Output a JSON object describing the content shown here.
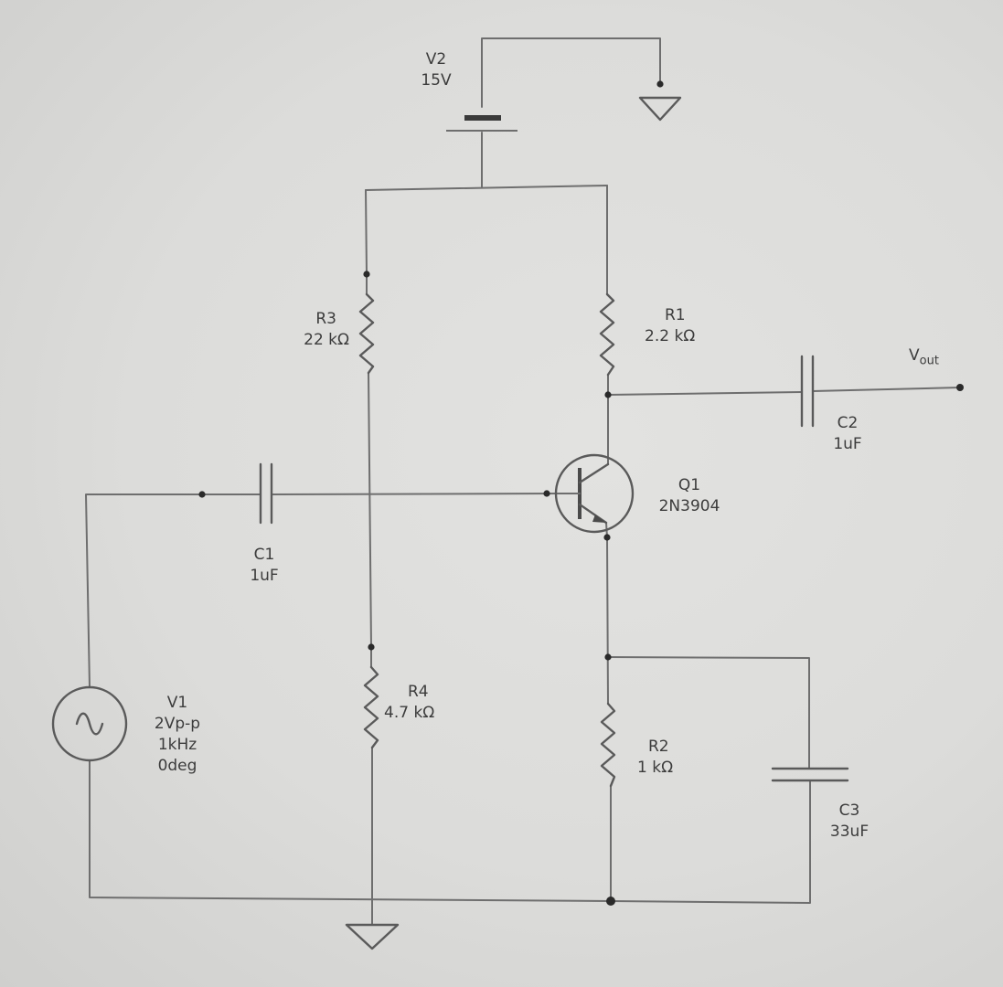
{
  "components": {
    "v2": {
      "ref": "V2",
      "value": "15V"
    },
    "r3": {
      "ref": "R3",
      "value": "22 kΩ"
    },
    "r1": {
      "ref": "R1",
      "value": "2.2 kΩ"
    },
    "c2": {
      "ref": "C2",
      "value": "1uF"
    },
    "q1": {
      "ref": "Q1",
      "value": "2N3904"
    },
    "c1": {
      "ref": "C1",
      "value": "1uF"
    },
    "v1": {
      "ref": "V1",
      "amplitude": "2Vp-p",
      "frequency": "1kHz",
      "phase": "0deg"
    },
    "r4": {
      "ref": "R4",
      "value": "4.7 kΩ"
    },
    "r2": {
      "ref": "R2",
      "value": "1 kΩ"
    },
    "c3": {
      "ref": "C3",
      "value": "33uF"
    }
  },
  "output": {
    "label": "V",
    "subscript": "out"
  },
  "icons": {
    "ground": "ground-icon",
    "ac_source": "ac-source-icon",
    "battery": "battery-icon",
    "resistor": "resistor-icon",
    "capacitor": "capacitor-icon",
    "transistor": "npn-transistor-icon"
  }
}
